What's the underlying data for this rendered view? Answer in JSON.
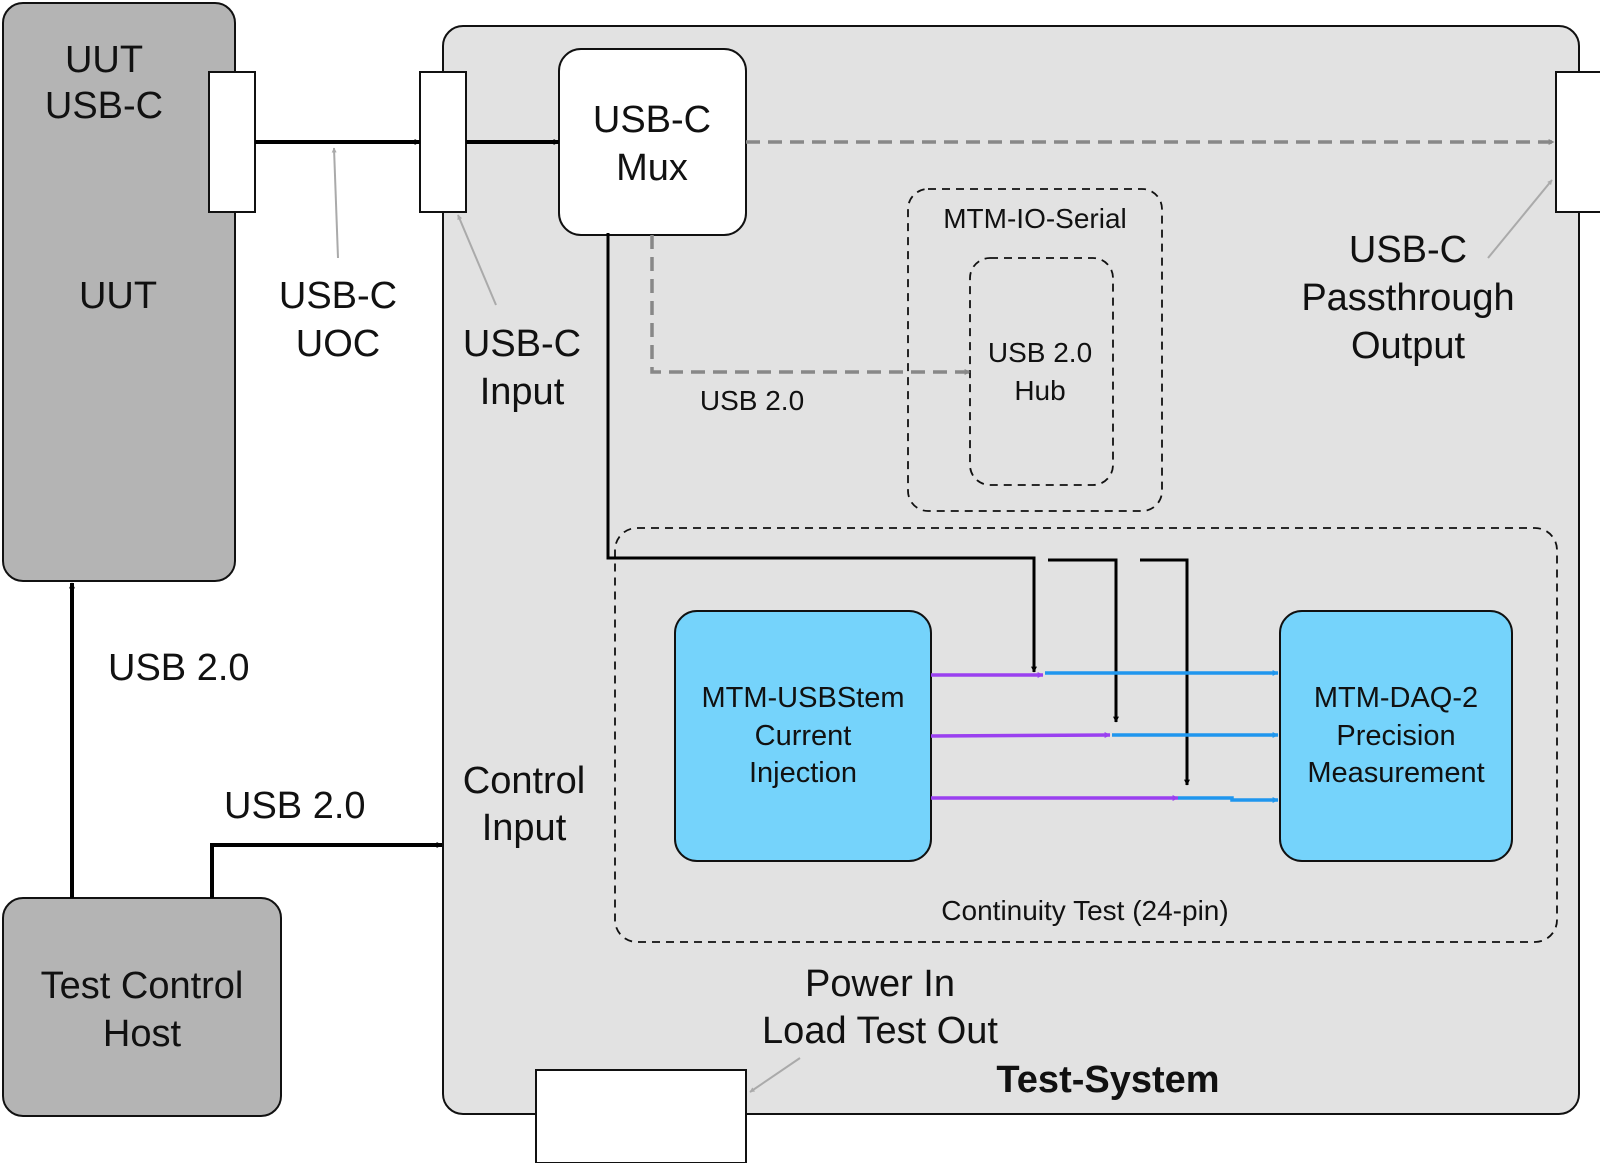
{
  "title": "Test-System",
  "blocks": {
    "uut_label_top_line1": "UUT",
    "uut_label_top_line2": "USB-C",
    "uut_label": "UUT",
    "host_line1": "Test Control",
    "host_line2": "Host",
    "mux_line1": "USB-C",
    "mux_line2": "Mux",
    "io_serial": "MTM-IO-Serial",
    "hub_line1": "USB 2.0",
    "hub_line2": "Hub",
    "usbstem_line1": "MTM-USBStem",
    "usbstem_line2": "Current",
    "usbstem_line3": "Injection",
    "daq_line1": "MTM-DAQ-2",
    "daq_line2": "Precision",
    "daq_line3": "Measurement",
    "continuity": "Continuity Test (24-pin)"
  },
  "labels": {
    "uoc_line1": "USB-C",
    "uoc_line2": "UOC",
    "input_line1": "USB-C",
    "input_line2": "Input",
    "usb20_mux_hub": "USB 2.0",
    "passthrough_line1": "USB-C",
    "passthrough_line2": "Passthrough",
    "passthrough_line3": "Output",
    "usb20_host_uut": "USB 2.0",
    "usb20_host_ctrl": "USB 2.0",
    "control_line1": "Control",
    "control_line2": "Input",
    "power_line1": "Power In",
    "power_line2": "Load Test Out"
  },
  "colors": {
    "system_bg": "#e2e2e2",
    "uut_bg": "#b4b4b4",
    "module_bg": "#75d3fb",
    "purple": "#9a40f0",
    "blue": "#1f96ee",
    "dashed_gray": "#888888"
  }
}
